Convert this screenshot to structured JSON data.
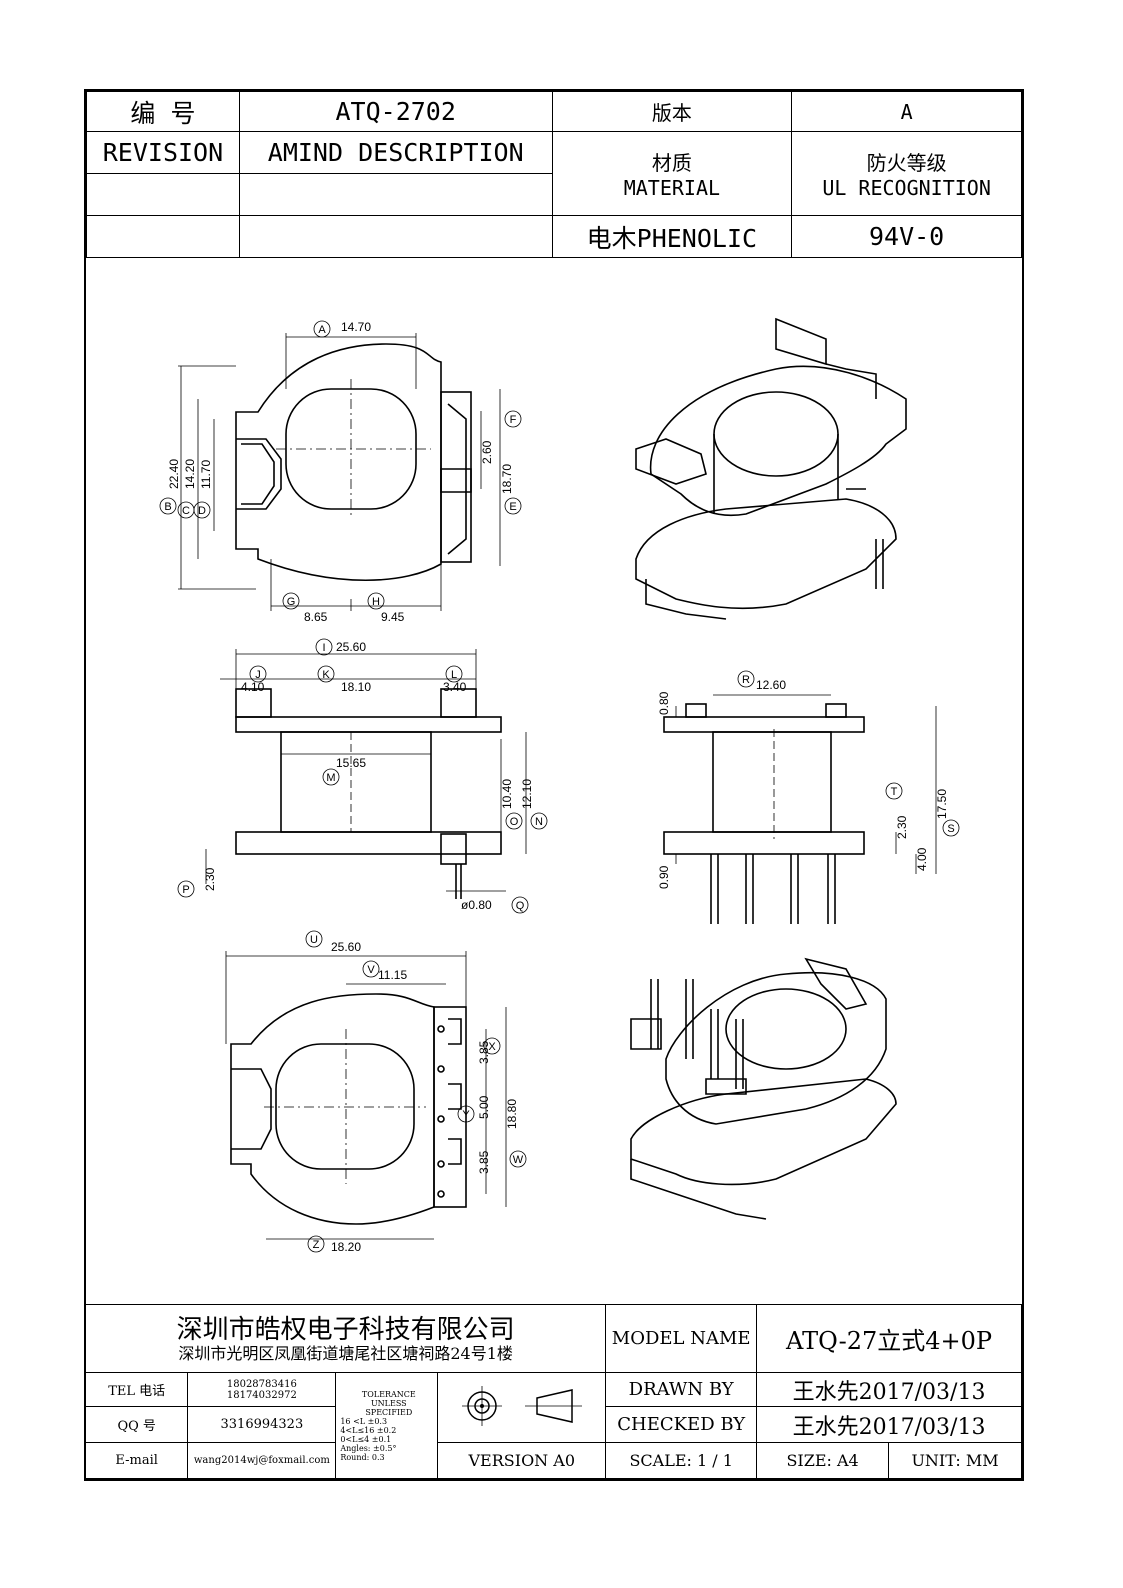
{
  "header": {
    "biaohao_label": "编  号",
    "part_no": "ATQ-2702",
    "version_label": "版本",
    "version_value": "A",
    "revision_label": "REVISION",
    "amind_label": "AMIND DESCRIPTION",
    "material_label_cn": "材质",
    "material_label_en": "MATERIAL",
    "fire_label_cn": "防火等级",
    "fire_label_en": "UL RECOGNITION",
    "material_value": "电木PHENOLIC",
    "fire_value": "94V-0"
  },
  "drawing": {
    "top_view": {
      "dims": [
        "14.70",
        "22.40",
        "14.20",
        "11.70",
        "2.60",
        "18.70",
        "8.65",
        "9.45"
      ],
      "labels": [
        "A",
        "B",
        "C",
        "D",
        "E",
        "F",
        "G",
        "H"
      ]
    },
    "front_view": {
      "dims": [
        "25.60",
        "4.10",
        "18.10",
        "3.40",
        "15.65",
        "10.40",
        "12.10",
        "2.30",
        "ø0.80"
      ],
      "labels": [
        "I",
        "J",
        "K",
        "L",
        "M",
        "N",
        "O",
        "P",
        "Q"
      ]
    },
    "side_view": {
      "dims": [
        "12.60",
        "0.80",
        "2.30",
        "17.50",
        "4.00",
        "0.90"
      ],
      "labels": [
        "R",
        "S",
        "T"
      ]
    },
    "bottom_view": {
      "dims": [
        "25.60",
        "11.15",
        "3.85",
        "5.00",
        "3.85",
        "18.80",
        "18.20"
      ],
      "labels": [
        "U",
        "V",
        "W",
        "X",
        "Y",
        "Z"
      ]
    }
  },
  "footer": {
    "company": "深圳市皓权电子科技有限公司",
    "address": "深圳市光明区凤凰街道塘尾社区塘祠路24号1楼",
    "tel_label": "TEL 电话",
    "tel_values": [
      "18028783416",
      "18174032972"
    ],
    "qq_label": "QQ  号",
    "qq_value": "3316994323",
    "email_label": "E-mail",
    "email_value": "wang2014wj@foxmail.com",
    "tolerance_lines": [
      "TOLERANCE",
      "UNLESS",
      "SPECIFIED",
      "16 <L       ±0.3",
      "4<L≤16      ±0.2",
      "0<L≤4       ±0.1",
      "Angles: ±0.5°",
      "Round: 0.3"
    ],
    "version_text": "VERSION A0",
    "model_name_label": "MODEL NAME",
    "model_name_value": "ATQ-27立式4+0P",
    "drawn_by_label": "DRAWN BY",
    "drawn_by_value": "王水先2017/03/13",
    "checked_by_label": "CHECKED BY",
    "checked_by_value": "王水先2017/03/13",
    "scale_label": "SCALE: 1 / 1",
    "size_label": "SIZE: A4",
    "unit_label": "UNIT: MM"
  }
}
